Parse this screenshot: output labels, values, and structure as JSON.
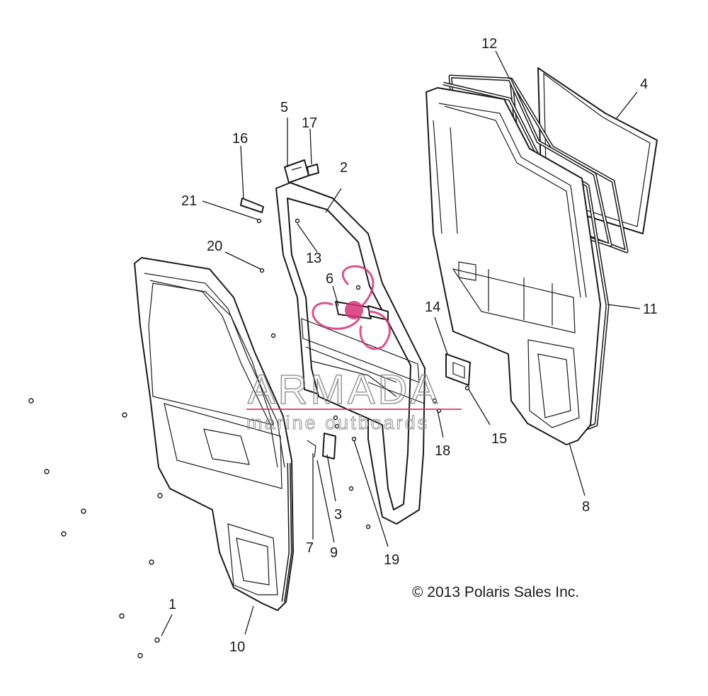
{
  "copyright": "© 2013 Polaris Sales Inc.",
  "watermark": {
    "main": "ARMADA",
    "sub": "marine outboards",
    "accent": "#d6337a"
  },
  "callouts": [
    {
      "id": "1",
      "label": "1"
    },
    {
      "id": "2",
      "label": "2"
    },
    {
      "id": "3",
      "label": "3"
    },
    {
      "id": "4",
      "label": "4"
    },
    {
      "id": "5",
      "label": "5"
    },
    {
      "id": "6",
      "label": "6"
    },
    {
      "id": "7",
      "label": "7"
    },
    {
      "id": "8",
      "label": "8"
    },
    {
      "id": "9",
      "label": "9"
    },
    {
      "id": "10",
      "label": "10"
    },
    {
      "id": "11",
      "label": "11"
    },
    {
      "id": "12",
      "label": "12"
    },
    {
      "id": "13",
      "label": "13"
    },
    {
      "id": "14",
      "label": "14"
    },
    {
      "id": "15",
      "label": "15"
    },
    {
      "id": "16",
      "label": "16"
    },
    {
      "id": "17",
      "label": "17"
    },
    {
      "id": "18",
      "label": "18"
    },
    {
      "id": "19",
      "label": "19"
    },
    {
      "id": "20",
      "label": "20"
    },
    {
      "id": "21",
      "label": "21"
    }
  ]
}
